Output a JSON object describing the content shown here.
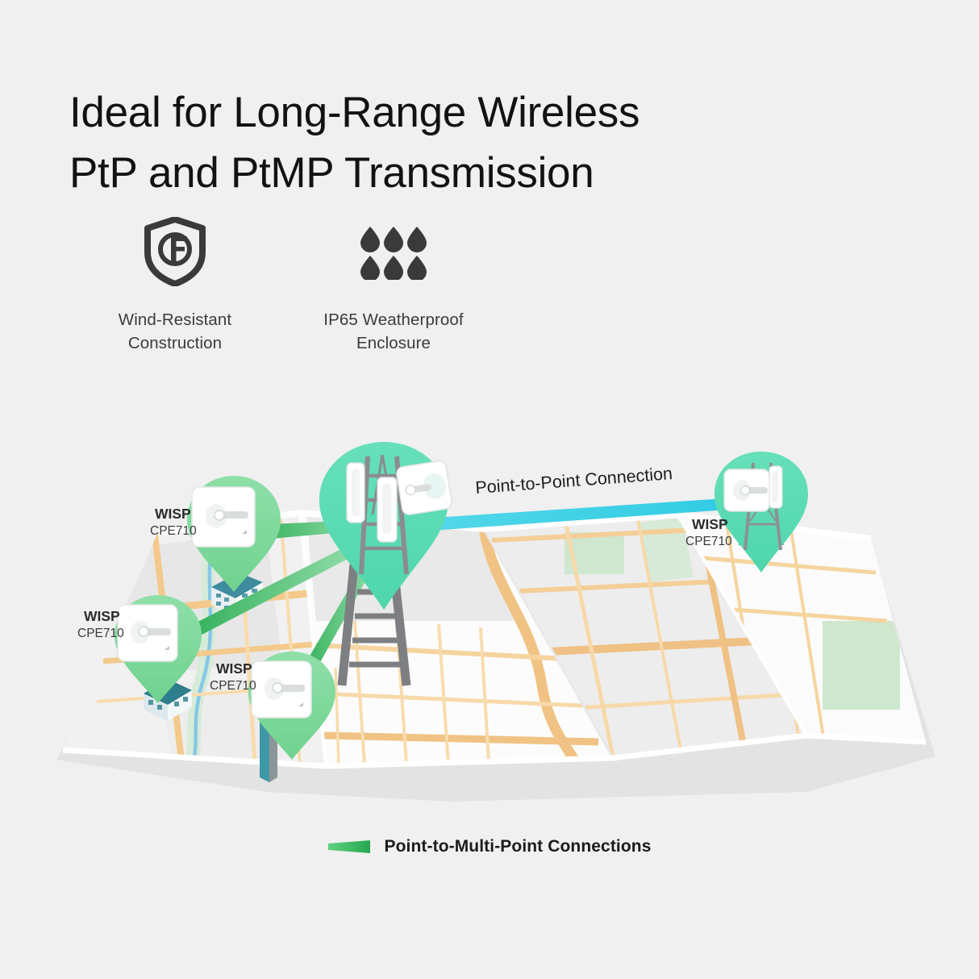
{
  "background_color": "#F0F0F0",
  "headline": {
    "line1": "Ideal for Long-Range Wireless",
    "line2": "PtP and PtMP Transmission"
  },
  "features": [
    {
      "icon": "shield-wind-force-icon",
      "icon_letter": "F",
      "label_line1": "Wind-Resistant",
      "label_line2": "Construction"
    },
    {
      "icon": "water-droplets-icon",
      "droplet_count": 6,
      "label_line1": "IP65 Weatherproof",
      "label_line2": "Enclosure"
    }
  ],
  "illustration": {
    "ptp_label": "Point-to-Point Connection",
    "ptp_line_color": "#3FD3E6",
    "ptmp_line_color": "#2FB65A",
    "tower_pin_color": "#5EDCB4",
    "cpe_pin_color": "#7FD99D",
    "map_road_color": "#F5C98A",
    "map_block_color": "#E3E3E3",
    "map_park_color": "#CFE7CF",
    "map_river_color": "#8FCDE8",
    "pins": [
      {
        "id": "tower-center",
        "kind": "tower",
        "label_title": "",
        "label_sub": ""
      },
      {
        "id": "cpe-top-left",
        "kind": "cpe",
        "label_title": "WISP",
        "label_sub": "CPE710"
      },
      {
        "id": "cpe-mid-left",
        "kind": "cpe",
        "label_title": "WISP",
        "label_sub": "CPE710"
      },
      {
        "id": "cpe-bottom",
        "kind": "cpe",
        "label_title": "WISP",
        "label_sub": "CPE710"
      },
      {
        "id": "tower-right",
        "kind": "tower",
        "label_title": "WISP",
        "label_sub": "CPE710"
      }
    ]
  },
  "legend": {
    "swatch_color_dark": "#25A84F",
    "swatch_color_light": "#5FD07E",
    "text": "Point-to-Multi-Point Connections"
  }
}
